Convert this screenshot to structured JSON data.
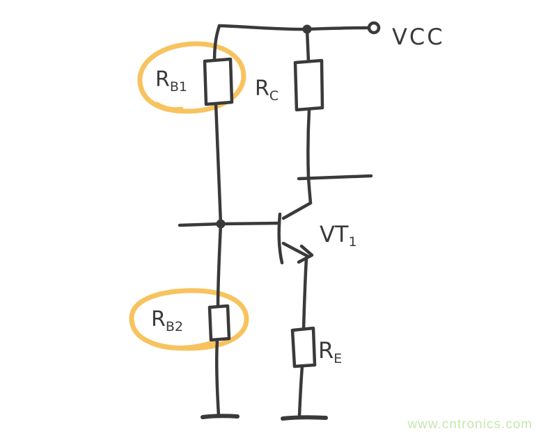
{
  "colors": {
    "ink": "#3a3a3a",
    "highlight": "#f7c35f",
    "watermark": "#c5e7b0",
    "background": "#ffffff"
  },
  "diagram": {
    "kind": "hand-drawn-transistor-bias-circuit",
    "power_rail": {
      "label": "VCC"
    },
    "components": {
      "rb1": {
        "ref_main": "R",
        "ref_sub": "B1",
        "symbol": "resistor",
        "highlighted": true
      },
      "rc": {
        "ref_main": "R",
        "ref_sub": "C",
        "symbol": "resistor",
        "highlighted": false
      },
      "vt1": {
        "ref_main": "VT",
        "ref_sub": "1",
        "symbol": "npn-transistor",
        "highlighted": false
      },
      "rb2": {
        "ref_main": "R",
        "ref_sub": "B2",
        "symbol": "resistor",
        "highlighted": true
      },
      "re": {
        "ref_main": "R",
        "ref_sub": "E",
        "symbol": "resistor",
        "highlighted": false
      }
    }
  },
  "watermark": {
    "text": "www.cntronics.com"
  }
}
